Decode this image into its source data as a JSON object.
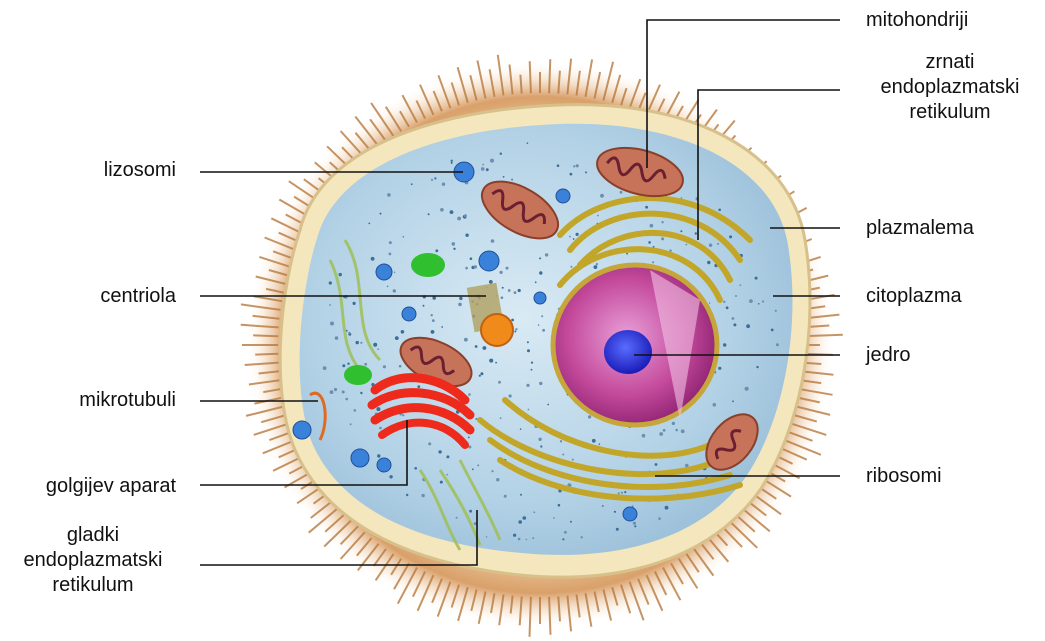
{
  "labels": {
    "lizosomi": "lizosomi",
    "centriola": "centriola",
    "mikrotubuli": "mikrotubuli",
    "golgijev_aparat": "golgijev aparat",
    "gladki_er": "gladki\nendoplazmatski\nretikulum",
    "mitohondriji": "mitohondriji",
    "zrnati_er": "zrnati\nendoplazmatski\nretikulum",
    "plazmalema": "plazmalema",
    "citoplazma": "citoplazma",
    "jedro": "jedro",
    "ribosomi": "ribosomi"
  },
  "colors": {
    "hair": "#c98a4e",
    "membrane": "#e9d9a8",
    "cytoplasm": "#b9d7e8",
    "nucleus": "#c0469a",
    "nucleolus": "#2a2fd6",
    "golgi": "#ee2020",
    "rough_er": "#b8a22a",
    "mitochondria": "#b8604a",
    "lysosome": "#3a82d9",
    "centriole": "#e88a20",
    "vesicle_green": "#2fbf2f"
  }
}
